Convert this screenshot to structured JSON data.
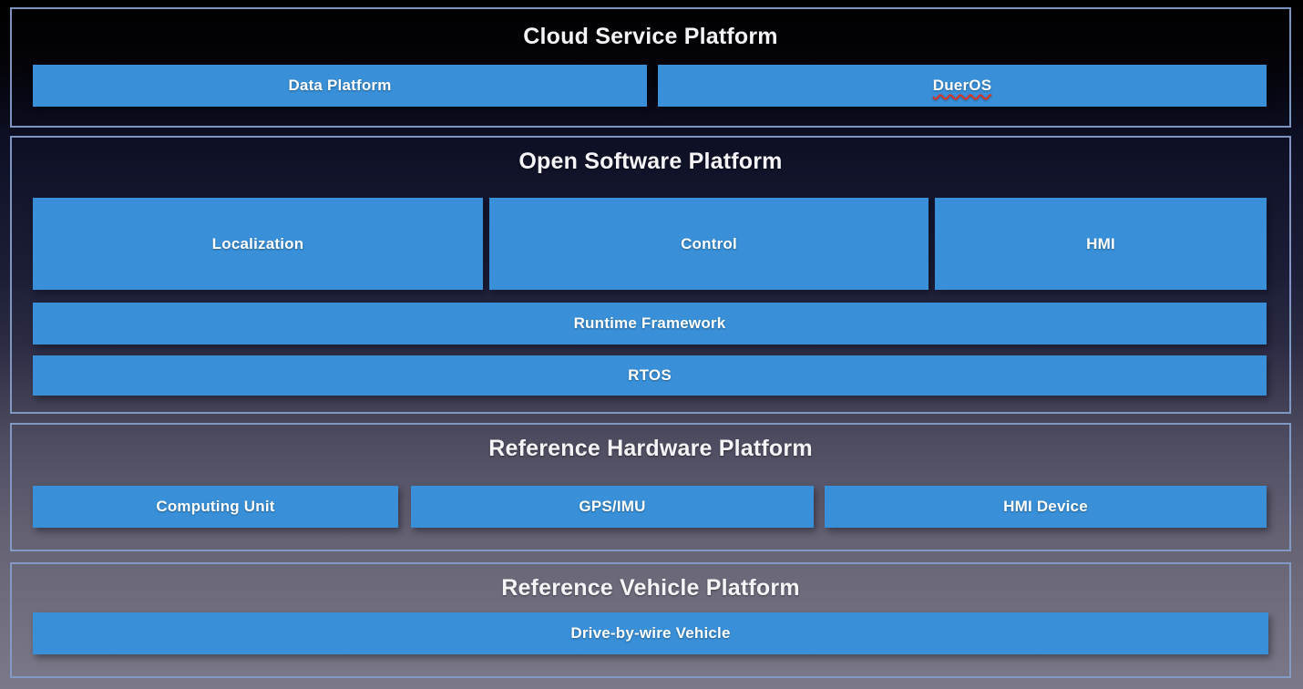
{
  "colors": {
    "box_blue": "#3990d8",
    "panel_border": "#839cc7",
    "background_top": "#000000",
    "background_bottom": "#7b7989",
    "title_text": "#f4f4f6",
    "box_label_text": "#ffffff",
    "spellcheck_underline_red": "#d93425"
  },
  "sections": [
    {
      "title": "Cloud Service Platform",
      "boxes": [
        {
          "label": "Data Platform"
        },
        {
          "label": "DuerOS",
          "spellcheck_underline": true
        }
      ]
    },
    {
      "title": "Open Software Platform",
      "boxes": [
        {
          "label": "Localization"
        },
        {
          "label": "Control"
        },
        {
          "label": "HMI"
        },
        {
          "label": "Runtime Framework"
        },
        {
          "label": "RTOS"
        }
      ]
    },
    {
      "title": "Reference Hardware Platform",
      "boxes": [
        {
          "label": "Computing Unit"
        },
        {
          "label": "GPS/IMU"
        },
        {
          "label": "HMI Device"
        }
      ]
    },
    {
      "title": "Reference Vehicle Platform",
      "boxes": [
        {
          "label": "Drive-by-wire Vehicle"
        }
      ]
    }
  ]
}
